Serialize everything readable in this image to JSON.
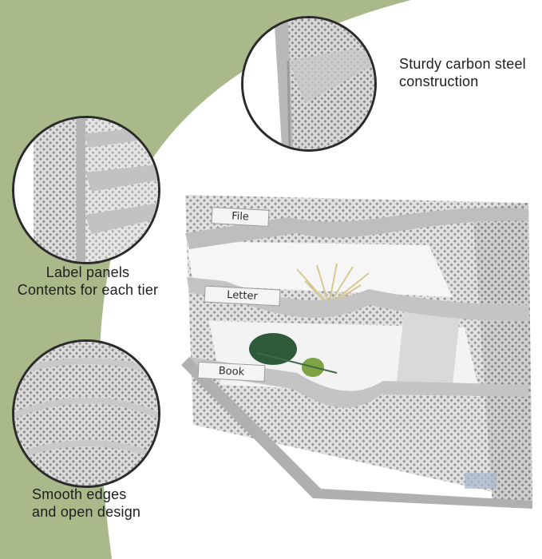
{
  "callouts": {
    "steel": {
      "line1": "Sturdy carbon steel",
      "line2": "construction"
    },
    "labels": {
      "line1": "Label panels",
      "line2": "Contents for each tier"
    },
    "edges": {
      "line1": "Smooth edges",
      "line2": "and open design"
    }
  },
  "tier_labels": [
    "File",
    "Letter",
    "Book"
  ],
  "colors": {
    "sage_background": "#a9b98a",
    "mesh_silver": "#9c9c9c",
    "mesh_frame": "#bdbdbd",
    "circle_border": "#2b2b2b"
  }
}
